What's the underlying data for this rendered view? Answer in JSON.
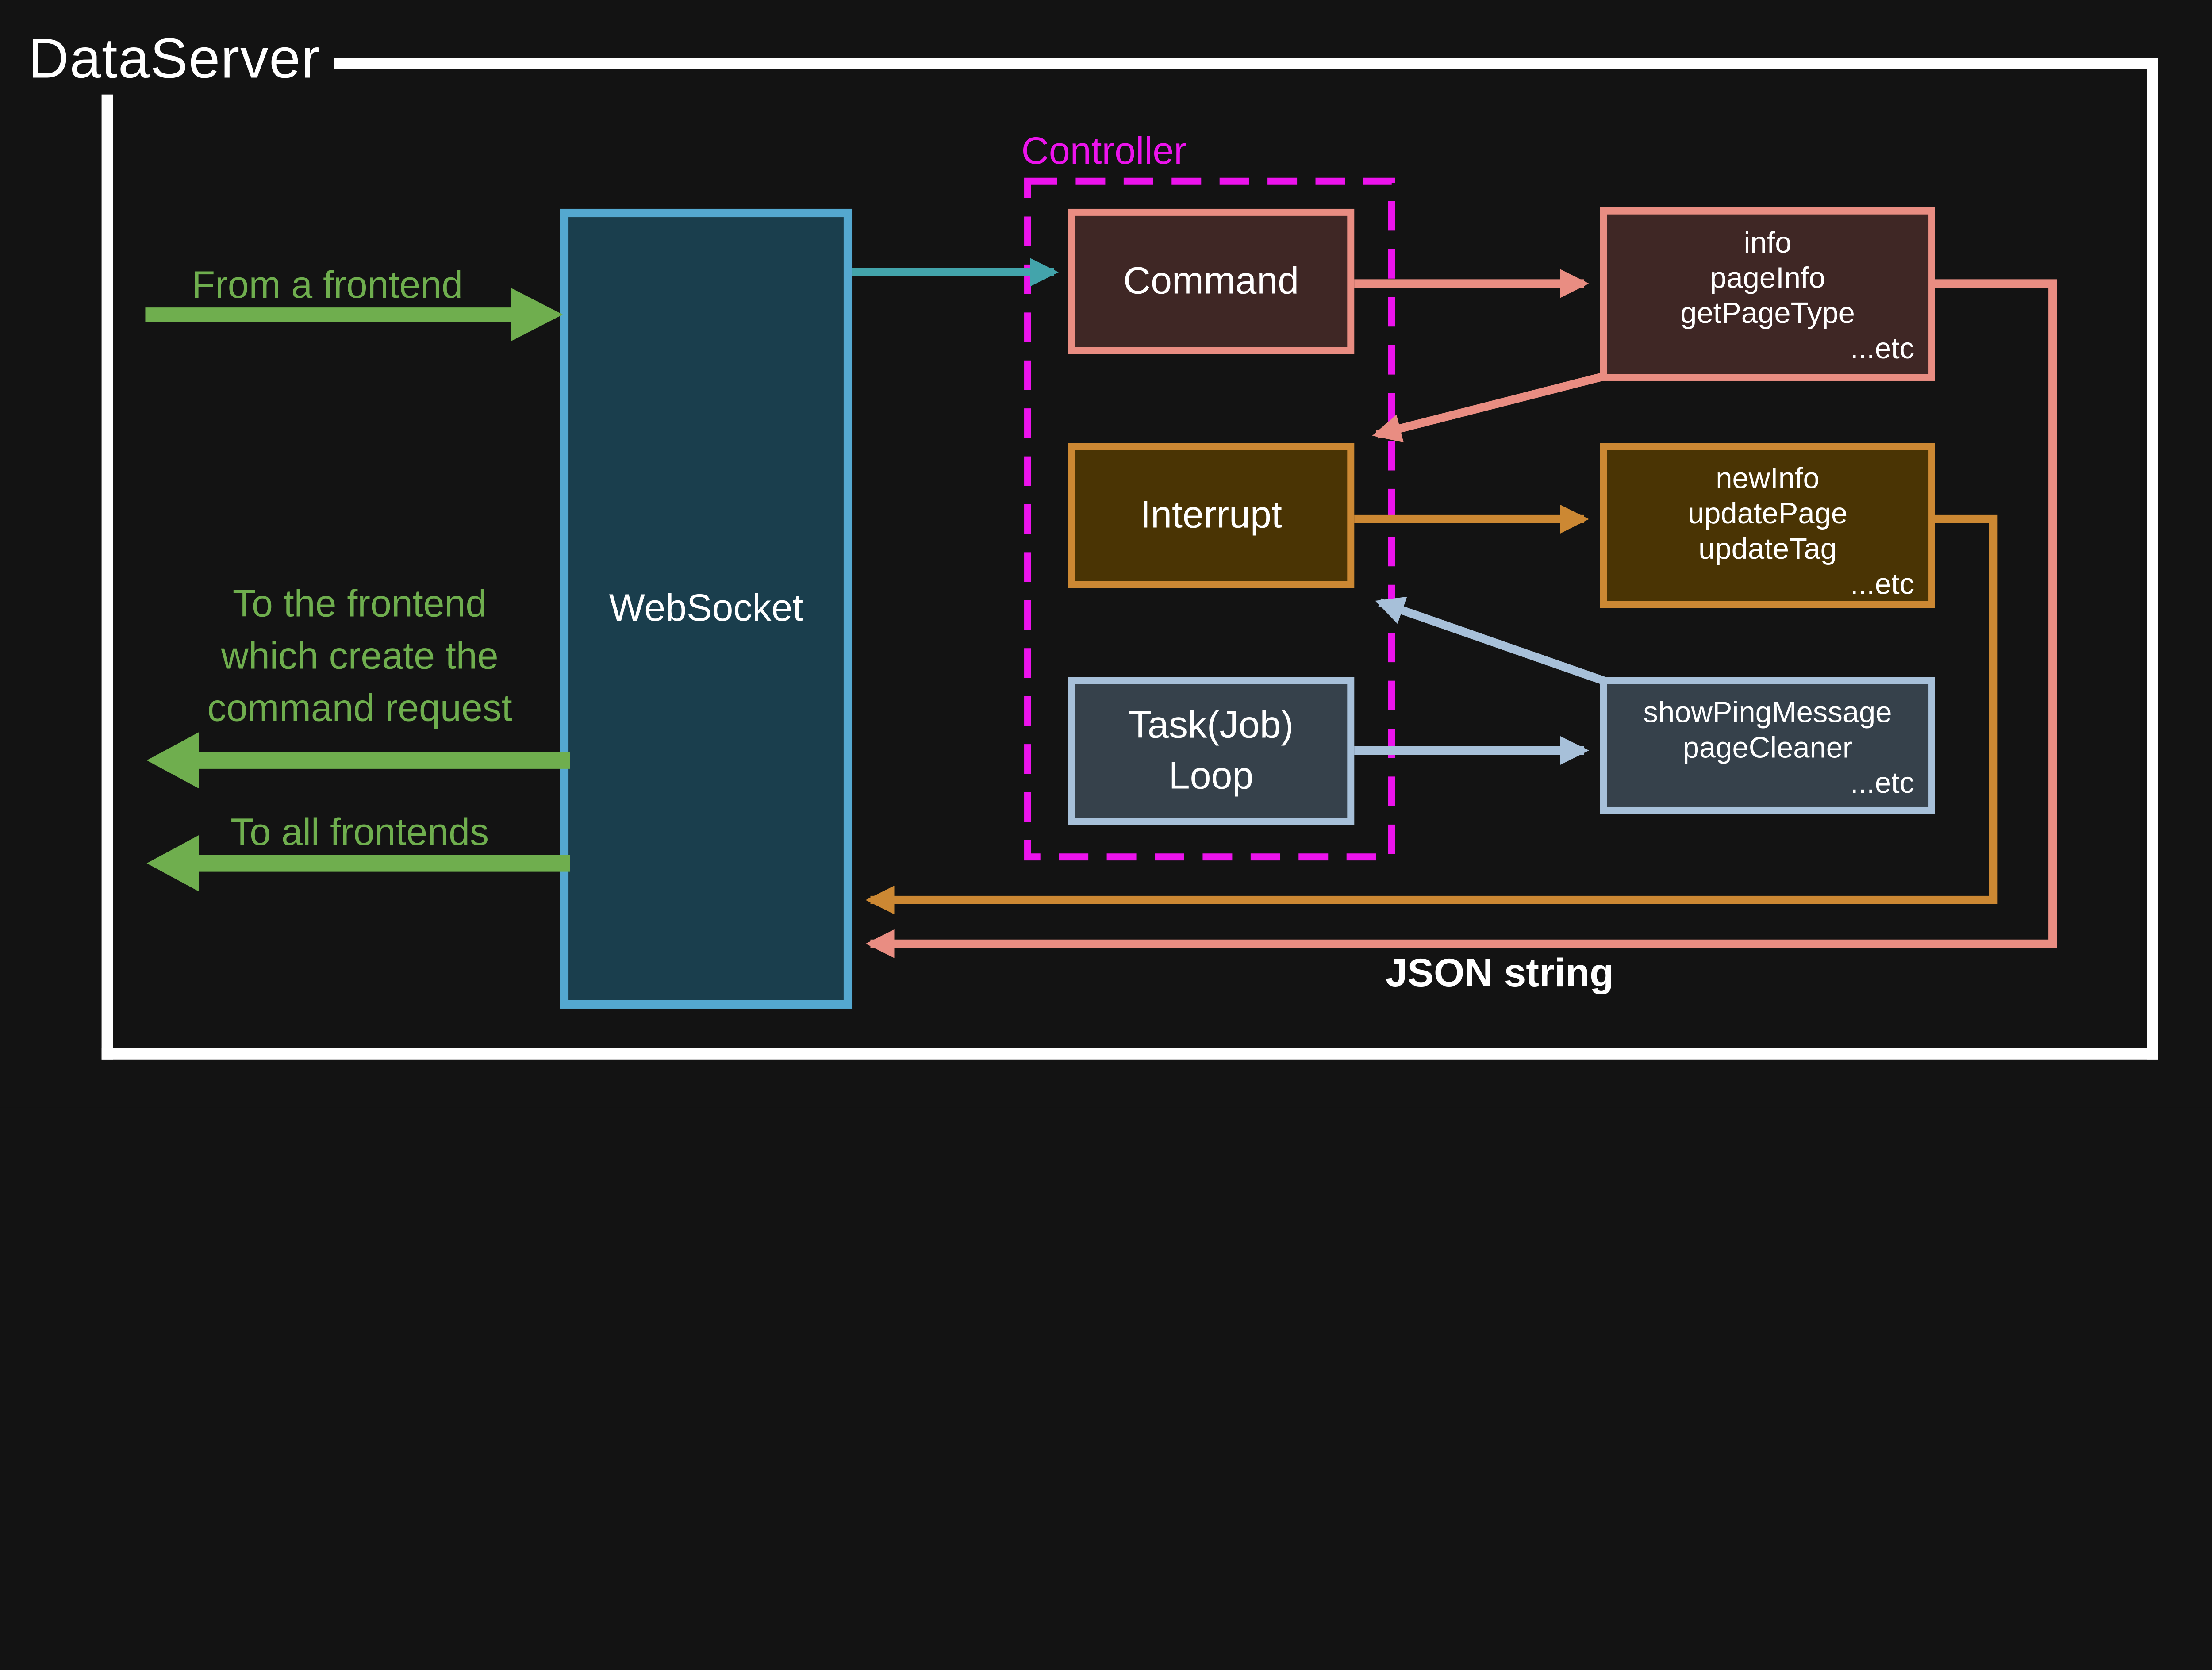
{
  "title": "DataServer",
  "controller_label": "Controller",
  "boxes": {
    "websocket": "WebSocket",
    "command": "Command",
    "interrupt": "Interrupt",
    "task_loop": "Task(Job)\nLoop"
  },
  "handlers": {
    "command": {
      "lines": [
        "info",
        "pageInfo",
        "getPageType"
      ],
      "etc": "...etc"
    },
    "interrupt": {
      "lines": [
        "newInfo",
        "updatePage",
        "updateTag"
      ],
      "etc": "...etc"
    },
    "task": {
      "lines": [
        "showPingMessage",
        "pageCleaner"
      ],
      "etc": "...etc"
    }
  },
  "annotations": {
    "from_frontend": "From a frontend",
    "to_frontend": "To the frontend\nwhich create the\ncommand request",
    "to_all_frontends": "To all frontends",
    "json_string": "JSON string"
  },
  "colors": {
    "background": "#131313",
    "frame": "#ffffff",
    "green": "#6FAE4E",
    "teal": "#43A4AB",
    "magenta": "#EC13EC",
    "websocket_border": "#54A8D0",
    "websocket_fill": "#1A3E4D",
    "salmon": "#E98D82",
    "command_fill": "#3F2725",
    "orange": "#CC8833",
    "interrupt_fill": "#4A3404",
    "bluegray": "#A7C0D9",
    "task_fill": "#36414B"
  }
}
